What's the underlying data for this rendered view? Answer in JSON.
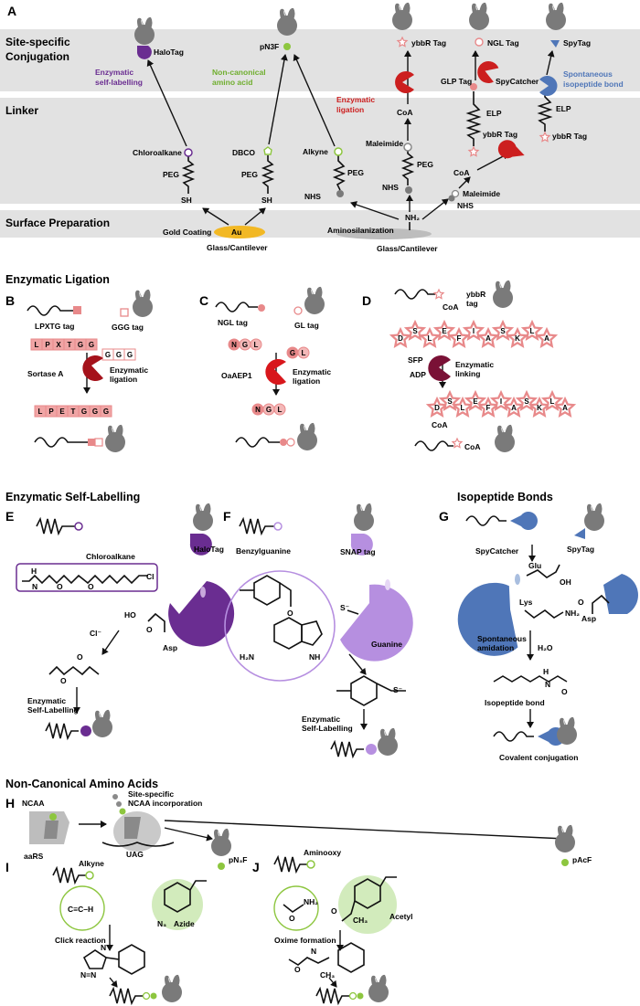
{
  "panel_a": {
    "letter": "A",
    "bands": {
      "conjugation": "Site-specific\nConjugation",
      "linker": "Linker",
      "surface": "Surface Preparation"
    },
    "annotations": {
      "enzymatic_self_labelling": "Enzymatic\nself-labelling",
      "non_canonical": "Non-canonical\namino acid",
      "enzymatic_ligation": "Enzymatic\nligation",
      "spontaneous": "Spontaneous\nisopeptide bond"
    },
    "tags": {
      "halotag": "HaloTag",
      "pn3f": "pN3F",
      "ybbr": "ybbR Tag",
      "ngl": "NGL Tag",
      "spytag": "SpyTag",
      "glp": "GLP Tag",
      "spycatcher": "SpyCatcher"
    },
    "linkers": {
      "chloroalkane": "Chloroalkane",
      "dbco": "DBCO",
      "alkyne": "Alkyne",
      "maleimide": "Maleimide",
      "peg": "PEG",
      "sh": "SH",
      "nhs": "NHS",
      "coa": "CoA",
      "elp": "ELP",
      "ybbr_tag": "ybbR Tag"
    },
    "surface": {
      "gold": "Gold Coating",
      "au": "Au",
      "amino": "Aminosilanization",
      "nh2": "NH₂",
      "glass1": "Glass/Cantilever",
      "glass2": "Glass/Cantilever"
    }
  },
  "enzymatic_ligation": {
    "title": "Enzymatic Ligation",
    "b": {
      "letter": "B",
      "lpxtg": "LPXTG tag",
      "ggg": "GGG tag",
      "seq1": [
        "L",
        "P",
        "X",
        "T",
        "G",
        "G"
      ],
      "seq2": [
        "G",
        "G",
        "G"
      ],
      "enzyme": "Sortase A",
      "process": "Enzymatic\nligation",
      "product": [
        "L",
        "P",
        "E",
        "T",
        "G",
        "G",
        "G"
      ]
    },
    "c": {
      "letter": "C",
      "ngl": "NGL tag",
      "gl": "GL tag",
      "seq1": [
        "N",
        "G",
        "L"
      ],
      "seq2": [
        "G",
        "L"
      ],
      "enzyme": "OaAEP1",
      "process": "Enzymatic\nligation",
      "product": [
        "N",
        "G",
        "L"
      ]
    },
    "d": {
      "letter": "D",
      "coa": "CoA",
      "ybbr": "ybbR\ntag",
      "seq": [
        "D",
        "S",
        "L",
        "E",
        "F",
        "I",
        "A",
        "S",
        "K",
        "L",
        "A"
      ],
      "enzyme": "SFP",
      "adp": "ADP",
      "process": "Enzymatic\nlinking",
      "product_seq": [
        "D",
        "S",
        "L",
        "E",
        "F",
        "I",
        "A",
        "S",
        "K",
        "L",
        "A"
      ],
      "coa2": "CoA",
      "coa3": "CoA"
    }
  },
  "self_labelling": {
    "title": "Enzymatic Self-Labelling",
    "e": {
      "letter": "E",
      "halotag": "HaloTag",
      "chloroalkane": "Chloroalkane",
      "h": "H",
      "n": "N",
      "cl": "Cl",
      "o": "O",
      "cl_ion": "Cl⁻",
      "ho": "HO",
      "asp": "Asp",
      "result": "Enzymatic\nSelf-Labelling"
    },
    "f": {
      "letter": "F",
      "bg": "Benzylguanine",
      "snap": "SNAP tag",
      "s": "S⁻",
      "h2n": "H₂N",
      "nh": "NH",
      "guanine": "Guanine",
      "result": "Enzymatic\nSelf-Labelling"
    }
  },
  "isopeptide": {
    "title": "Isopeptide Bonds",
    "g": {
      "letter": "G",
      "spycatcher": "SpyCatcher",
      "spytag": "SpyTag",
      "glu": "Glu",
      "lys": "Lys",
      "oh": "OH",
      "nh2": "NH₂",
      "asp": "Asp",
      "process": "Spontaneous\namidation",
      "h2o": "H₂O",
      "bond": "Isopeptide bond",
      "h": "H",
      "n": "N",
      "result": "Covalent conjugation"
    }
  },
  "ncaa": {
    "title": "Non-Canonical Amino Acids",
    "h": {
      "letter": "H",
      "ncaa": "NCAA",
      "aars": "aaRS",
      "incorp": "Site-specific\nNCAA incorporation",
      "uag": "UAG"
    },
    "i": {
      "letter": "I",
      "alkyne": "Alkyne",
      "pn3f": "pN₃F",
      "ch": "C≡C–H",
      "n3": "N₃",
      "azide": "Azide",
      "process": "Click reaction",
      "nnn": "N=N",
      "n": "N"
    },
    "j": {
      "letter": "J",
      "aminooxy": "Aminooxy",
      "pacf": "pAcF",
      "nh2": "NH₂",
      "o": "O",
      "acetyl": "Acetyl",
      "ch3": "CH₃",
      "process": "Oxime formation",
      "n": "N",
      "ch3b": "CH₃"
    }
  },
  "colors": {
    "purple": "#6a2d91",
    "green": "#8dc63f",
    "red": "#cc1f1f",
    "pink": "#e8898a",
    "blue": "#4f76b8",
    "gray": "#7a7a7a",
    "gold": "#f2b824"
  }
}
